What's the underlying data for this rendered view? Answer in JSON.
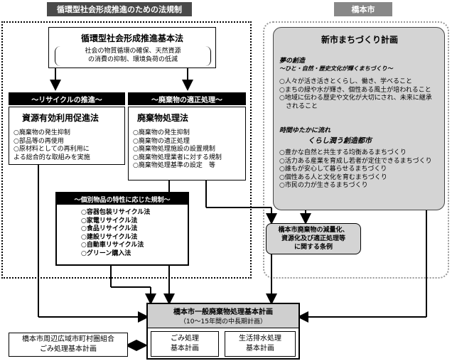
{
  "left_banner": "循環型社会形成推進のための法規制",
  "right_banner": "橋本市",
  "basic_law": {
    "title": "循環型社会形成推進基本法",
    "desc_line1": "社会の物質循環の確保、天然資源",
    "desc_line2": "の消費の抑制、環境負荷の低減"
  },
  "recycle_header": "～リサイクルの推進～",
  "waste_header": "～廃棄物の適正処理～",
  "resource_law": {
    "title": "資源有効利用促進法",
    "items": [
      "○廃棄物の発生抑制",
      "○部品等の再使用",
      "○原材料としての再利用に",
      "よる総合的な取組みを実施"
    ]
  },
  "waste_law": {
    "title": "廃棄物処理法",
    "items": [
      "○廃棄物の発生抑制",
      "○廃棄物の適正処理",
      "○廃棄物処理施設の設置規制",
      "○廃棄物処理業者に対する規制",
      "○廃棄物処理基準の設定　等"
    ]
  },
  "individual": {
    "header": "～個別物品の特性に応じた規制～",
    "items": [
      "○容器包装リサイクル法",
      "○家電リサイクル法",
      "○食品リサイクル法",
      "○建設リサイクル法",
      "○自動車リサイクル法",
      "○グリーン購入法"
    ]
  },
  "city_plan": {
    "title": "新市まちづくり計画",
    "section1_title": "夢の創造",
    "section1_subtitle": "～ひと・自然・歴史文化が輝くまちづくり～",
    "section1_items": [
      "○人々が活き活きとくらし、働き、学べること",
      "○まちの緑や水が輝き、個性ある風土が培われること",
      "○地域に伝わる歴史や文化が大切にされ、未来に継承",
      "されること"
    ],
    "section2_title": "時間ゆたかに流れ",
    "section2_subtitle": "くらし潤う創造都市",
    "section2_items": [
      "○豊かな自然と共生する均衡あるまちづくり",
      "○活力ある産業を育成し若者が定住できるまちづくり",
      "○誰もが安心して暮らせるまちづくり",
      "○個性ある人と文化を育むまちづくり",
      "○市民の力が生きるまちづくり"
    ]
  },
  "ordinance": {
    "line1": "橋本市廃棄物の減量化、",
    "line2": "資源化及び適正処理等",
    "line3": "に関する条例"
  },
  "general_plan": {
    "title": "橋本市一般廃棄物処理基本計画",
    "subtitle": "（10～15年間の中長期計画）"
  },
  "garbage_plan": {
    "line1": "ごみ処理",
    "line2": "基本計画"
  },
  "wastewater_plan": {
    "line1": "生活排水処理",
    "line2": "基本計画"
  },
  "regional_plan": {
    "line1": "橋本市周辺広域市町村圏組合",
    "line2": "ごみ処理基本計画"
  }
}
